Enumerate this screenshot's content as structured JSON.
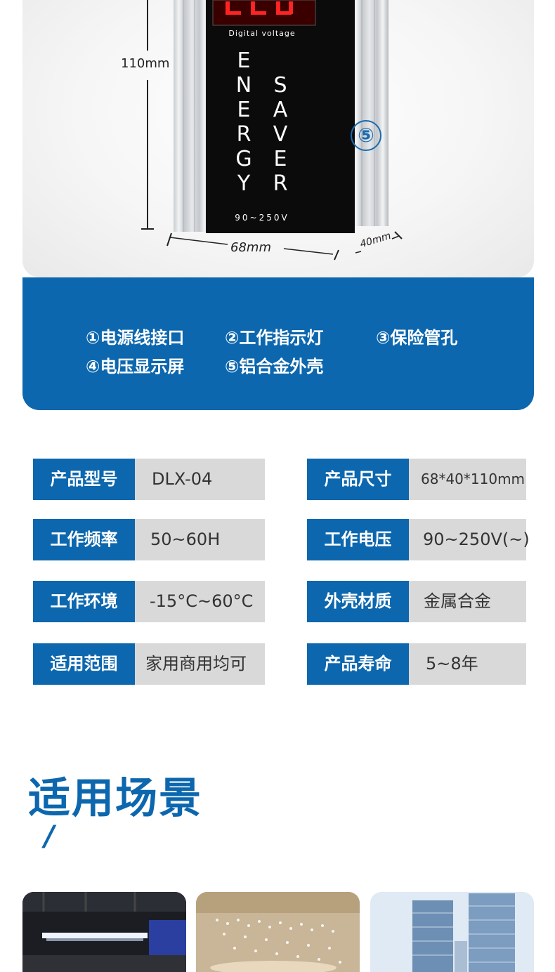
{
  "product": {
    "display_caption": "Digital voltage",
    "word_left": "ENERGY",
    "word_right": "SAVER",
    "voltage_text": "90~250V",
    "callout_5": "⑤",
    "dim_height": "110mm",
    "dim_width": "68mm",
    "dim_depth": "40mm"
  },
  "legend": {
    "items": [
      "①电源线接口",
      "②工作指示灯",
      "③保险管孔",
      "④电压显示屏",
      "⑤铝合金外壳"
    ]
  },
  "specs": [
    {
      "key": "产品型号",
      "value": "DLX-04"
    },
    {
      "key": "产品尺寸",
      "value": "68*40*110mm"
    },
    {
      "key": "工作频率",
      "value": "50~60H"
    },
    {
      "key": "工作电压",
      "value": "90~250V(~)"
    },
    {
      "key": "工作环境",
      "value": "-15°C~60°C"
    },
    {
      "key": "外壳材质",
      "value": "金属合金"
    },
    {
      "key": "适用范围",
      "value": "家用商用均可"
    },
    {
      "key": "产品寿命",
      "value": "5~8年"
    }
  ],
  "scenes": {
    "title": "适用场景",
    "divider": "/"
  },
  "colors": {
    "brand_blue": "#0c67ae",
    "value_gray": "#d9d9d9"
  }
}
